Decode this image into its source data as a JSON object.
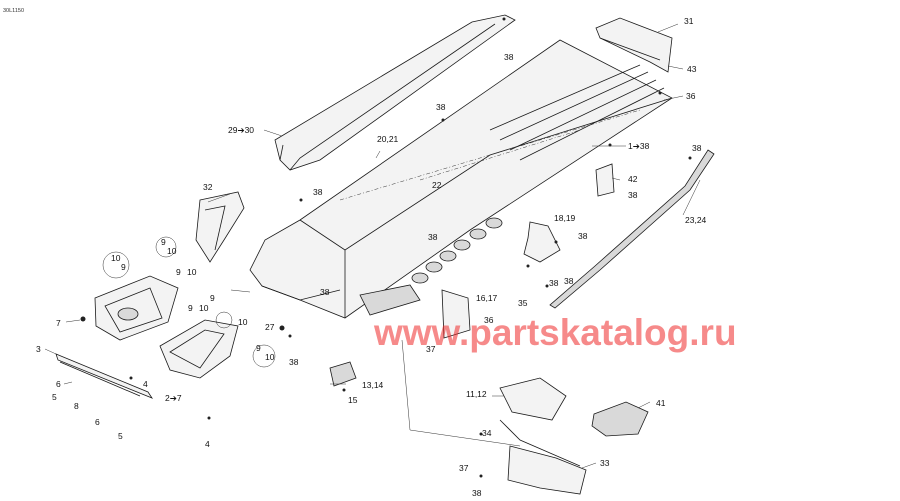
{
  "drawing_code": "30L1150",
  "watermark": {
    "text": "www.partskatalog.ru",
    "color": "#ee2a2a"
  },
  "callouts": {
    "c31": "31",
    "c43": "43",
    "c36a": "36",
    "c38a": "38",
    "c29_30": "29➔30",
    "c38b": "38",
    "c20_21": "20,21",
    "c22": "22",
    "c1_38": "1➔38",
    "c42": "42",
    "c38c": "38",
    "c32": "32",
    "c38d": "38",
    "c18_19": "18,19",
    "c38e": "38",
    "c23_24": "23,24",
    "c38f": "38",
    "c38g": "38",
    "c9_10a": "9\n10",
    "c10_9a": "10\n9",
    "c9_10b": "9\n10",
    "c38h": "38",
    "c38i": "38",
    "c38j": "38",
    "c16_17": "16,17",
    "c35": "35",
    "c36b": "36",
    "c7a": "7",
    "c9_10c": "9\n10",
    "c10b": "10",
    "c27": "27",
    "c38k": "38",
    "c37a": "37",
    "c3": "3",
    "c9_10d": "9\n10",
    "c6a": "6",
    "c4a": "4",
    "c5a": "5",
    "c8": "8",
    "c2_7": "2➔7",
    "c13_14": "13,14",
    "c15": "15",
    "c6b": "6",
    "c5b": "5",
    "c4b": "4",
    "c11_12": "11,12",
    "c41": "41",
    "c34": "34",
    "c33": "33",
    "c37b": "37",
    "c38l": "38"
  }
}
